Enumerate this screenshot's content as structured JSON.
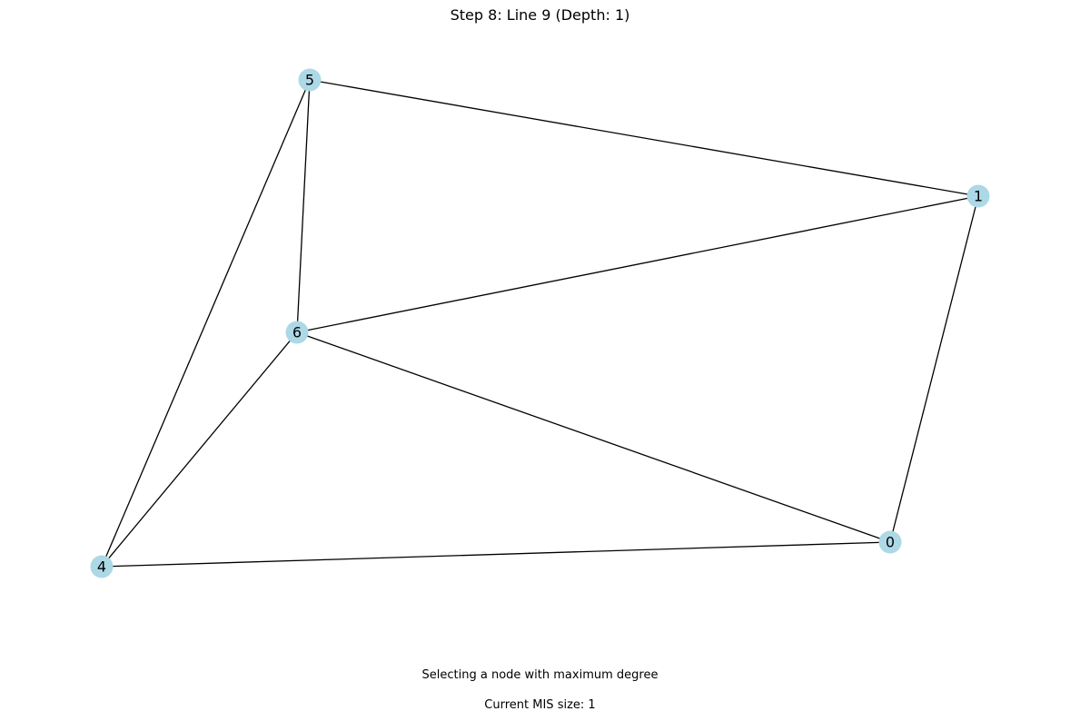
{
  "title": "Step 8: Line 9 (Depth: 1)",
  "status_text": "Selecting a node with maximum degree",
  "mis_text": "Current MIS size: 1",
  "node_color": "#add8e6",
  "edge_color": "#000000",
  "graph": {
    "nodes": [
      {
        "id": "5"
      },
      {
        "id": "1"
      },
      {
        "id": "6"
      },
      {
        "id": "0"
      },
      {
        "id": "4"
      }
    ],
    "edges": [
      [
        "5",
        "1"
      ],
      [
        "5",
        "6"
      ],
      [
        "5",
        "4"
      ],
      [
        "1",
        "6"
      ],
      [
        "1",
        "0"
      ],
      [
        "6",
        "0"
      ],
      [
        "6",
        "4"
      ],
      [
        "4",
        "0"
      ]
    ]
  }
}
